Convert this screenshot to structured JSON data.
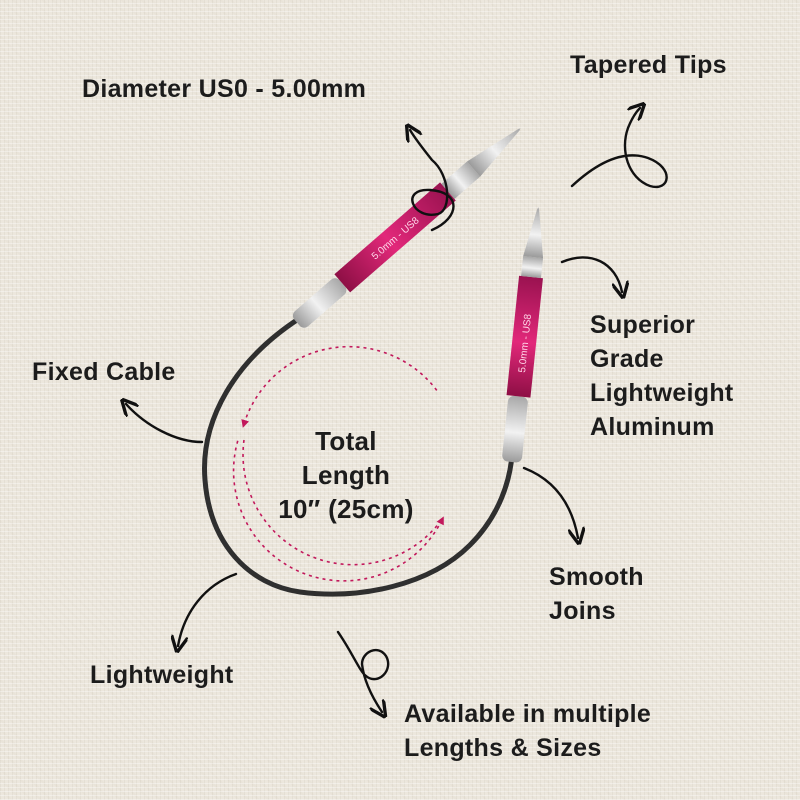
{
  "labels": {
    "diameter": "Diameter US0 - 5.00mm",
    "tapered_tips": "Tapered Tips",
    "superior_line1": "Superior",
    "superior_line2": "Grade",
    "superior_line3": "Lightweight",
    "superior_line4": "Aluminum",
    "fixed_cable": "Fixed Cable",
    "total_length_line1": "Total",
    "total_length_line2": "Length",
    "total_length_line3": "10″ (25cm)",
    "smooth_line1": "Smooth",
    "smooth_line2": "Joins",
    "lightweight": "Lightweight",
    "available_line1": "Available in multiple",
    "available_line2": "Lengths & Sizes"
  },
  "needle": {
    "size_print": "5.0mm - US8",
    "tube_color": "#c2185b",
    "cable_color": "#3a3a3a",
    "metal_color": "#c9c9c9"
  },
  "icons": [
    "arrow-diameter-icon",
    "arrow-tapered-tips-icon",
    "arrow-superior-icon",
    "arrow-fixed-cable-icon",
    "arrow-smooth-joins-icon",
    "arrow-lightweight-icon",
    "arrow-available-icon",
    "length-circle-icon"
  ]
}
